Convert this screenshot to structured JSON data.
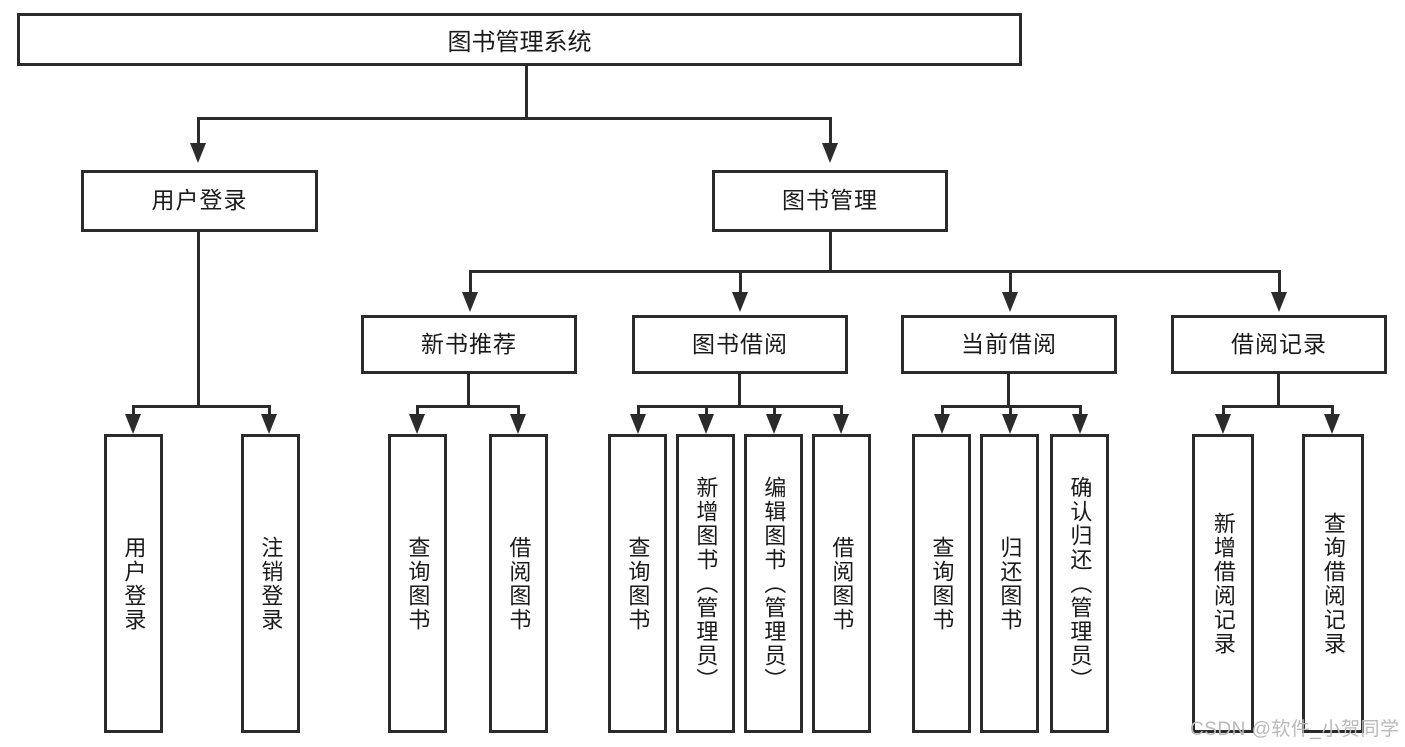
{
  "diagram": {
    "type": "tree-hierarchy-chart",
    "title": "图书管理系统",
    "root": {
      "label": "图书管理系统"
    },
    "level1": [
      {
        "id": "user-login",
        "label": "用户登录"
      },
      {
        "id": "book-manage",
        "label": "图书管理"
      }
    ],
    "level2": [
      {
        "id": "new-book-recommend",
        "label": "新书推荐"
      },
      {
        "id": "book-borrow",
        "label": "图书借阅"
      },
      {
        "id": "current-borrow",
        "label": "当前借阅"
      },
      {
        "id": "borrow-record",
        "label": "借阅记录"
      }
    ],
    "leaves": {
      "user_login": [
        {
          "id": "leaf-user-login",
          "label": "用户登录"
        },
        {
          "id": "leaf-logout-login",
          "label": "注销登录"
        }
      ],
      "new_book_recommend": [
        {
          "id": "leaf-query-book-1",
          "label": "查询图书"
        },
        {
          "id": "leaf-borrow-book-1",
          "label": "借阅图书"
        }
      ],
      "book_borrow": [
        {
          "id": "leaf-query-book-2",
          "label": "查询图书"
        },
        {
          "id": "leaf-add-book",
          "label": "新增图书（管理员）"
        },
        {
          "id": "leaf-edit-book",
          "label": "编辑图书（管理员）"
        },
        {
          "id": "leaf-borrow-book-2",
          "label": "借阅图书"
        }
      ],
      "current_borrow": [
        {
          "id": "leaf-query-book-3",
          "label": "查询图书"
        },
        {
          "id": "leaf-return-book",
          "label": "归还图书"
        },
        {
          "id": "leaf-confirm-return",
          "label": "确认归还（管理员）"
        }
      ],
      "borrow_record": [
        {
          "id": "leaf-add-record",
          "label": "新增借阅记录"
        },
        {
          "id": "leaf-query-record",
          "label": "查询借阅记录"
        }
      ]
    },
    "colors": {
      "stroke": "#2b2b2b",
      "fill": "#ffffff",
      "text": "#1a1a1a",
      "watermark": "#b9b9b9"
    }
  },
  "watermark": {
    "text": "CSDN @软件_小贺同学"
  }
}
